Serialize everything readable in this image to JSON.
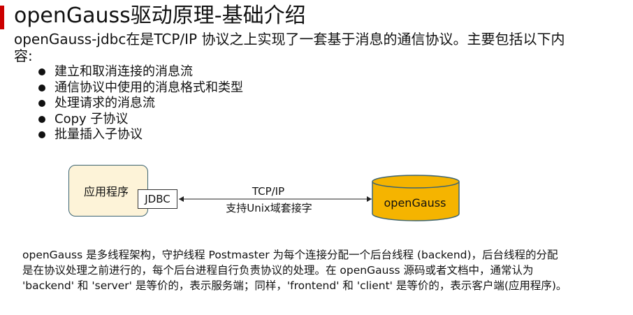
{
  "slide": {
    "title": "openGauss驱动原理-基础介绍",
    "intro": "openGauss-jdbc在是TCP/IP 协议之上实现了一套基于消息的通信协议。主要包括以下内容:",
    "bullets": [
      "建立和取消连接的消息流",
      "通信协议中使用的消息格式和类型",
      "处理请求的消息流",
      "Copy 子协议",
      "批量插入子协议"
    ],
    "paragraph": "openGauss 是多线程架构，守护线程 Postmaster 为每个连接分配一个后台线程 (backend)，后台线程的分配是在协议处理之前进行的，每个后台进程自行负责协议的处理。在 openGauss 源码或者文档中，通常认为 'backend' 和 'server' 是等价的，表示服务端；同样，'frontend' 和 'client' 是等价的，表示客户端(应用程序)。"
  },
  "diagram": {
    "app_label": "应用程序",
    "jdbc_label": "JDBC",
    "protocol_label": "TCP/IP",
    "socket_label": "支持Unix域套接字",
    "db_label": "openGauss"
  },
  "colors": {
    "accent": "#cc0000",
    "app_fill": "#fdf3d8",
    "app_border": "#3c6472",
    "db_fill": "#f5b400"
  }
}
